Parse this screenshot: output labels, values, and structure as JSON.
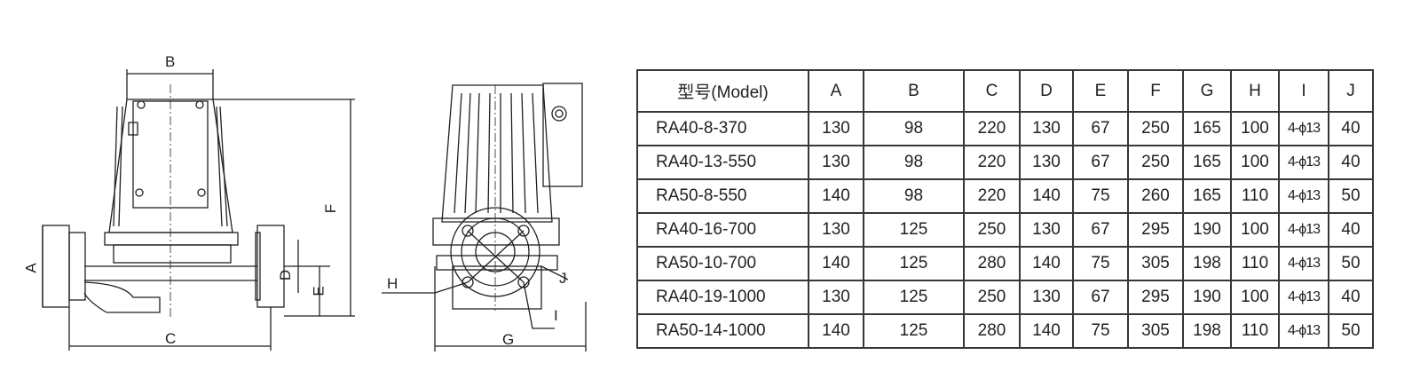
{
  "drawing": {
    "front_view_labels": {
      "A": "A",
      "B": "B",
      "C": "C",
      "D": "D",
      "E": "E",
      "F": "F"
    },
    "side_view_labels": {
      "G": "G",
      "H": "H",
      "I": "I",
      "J": "J"
    }
  },
  "table": {
    "headers": [
      "型号(Model)",
      "A",
      "B",
      "C",
      "D",
      "E",
      "F",
      "G",
      "H",
      "I",
      "J"
    ],
    "rows": [
      [
        "RA40-8-370",
        "130",
        "98",
        "220",
        "130",
        "67",
        "250",
        "165",
        "100",
        "4-ϕ13",
        "40"
      ],
      [
        "RA40-13-550",
        "130",
        "98",
        "220",
        "130",
        "67",
        "250",
        "165",
        "100",
        "4-ϕ13",
        "40"
      ],
      [
        "RA50-8-550",
        "140",
        "98",
        "220",
        "140",
        "75",
        "260",
        "165",
        "110",
        "4-ϕ13",
        "50"
      ],
      [
        "RA40-16-700",
        "130",
        "125",
        "250",
        "130",
        "67",
        "295",
        "190",
        "100",
        "4-ϕ13",
        "40"
      ],
      [
        "RA50-10-700",
        "140",
        "125",
        "280",
        "140",
        "75",
        "305",
        "198",
        "110",
        "4-ϕ13",
        "50"
      ],
      [
        "RA40-19-1000",
        "130",
        "125",
        "250",
        "130",
        "67",
        "295",
        "190",
        "100",
        "4-ϕ13",
        "40"
      ],
      [
        "RA50-14-1000",
        "140",
        "125",
        "280",
        "140",
        "75",
        "305",
        "198",
        "110",
        "4-ϕ13",
        "50"
      ]
    ]
  }
}
